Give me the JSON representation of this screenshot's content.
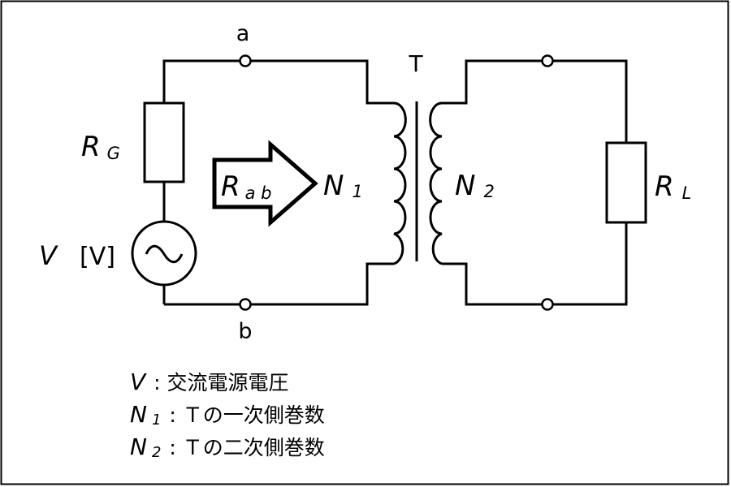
{
  "labels": {
    "terminal_a": "a",
    "terminal_b": "b",
    "transformer": "T",
    "rg_main": "R",
    "rg_sub": "G",
    "rab_main": "R",
    "rab_sub": "a b",
    "n1_main": "N",
    "n1_sub": "1",
    "n2_main": "N",
    "n2_sub": "2",
    "rl_main": "R",
    "rl_sub": "L",
    "source_symbol": "V",
    "source_unit": "[V]"
  },
  "legend": [
    {
      "symbol": "V",
      "sub": "",
      "text": ": 交流電源電圧"
    },
    {
      "symbol": "N",
      "sub": "1",
      "text": ": Ｔの一次側巻数"
    },
    {
      "symbol": "N",
      "sub": "2",
      "text": ": Ｔの二次側巻数"
    }
  ],
  "colors": {
    "stroke": "#000000",
    "background": "#ffffff"
  }
}
